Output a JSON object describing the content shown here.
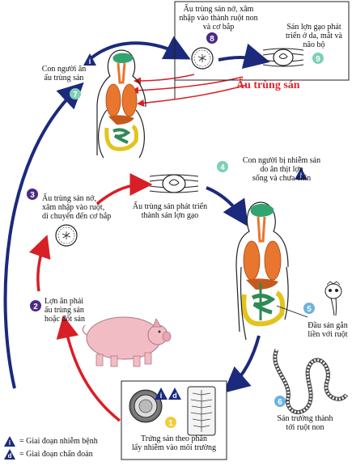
{
  "colors": {
    "cycle_arrow": "#1b2a7c",
    "human_arrow": "#d81f26",
    "badge_purple": "#4b2a86",
    "badge_teal": "#7ecfb7",
    "badge_blue": "#6bb3e0",
    "badge_yellow": "#f3cb3b",
    "body_outline": "#222222",
    "lung": "#e8762e",
    "liver": "#c65a1e",
    "intestine_yellow": "#e3c41d",
    "intestine_green": "#2f8a55",
    "brain": "#33a46f",
    "pig": "#f2bcc4"
  },
  "steps": [
    {
      "number": "1",
      "text": "Trứng sán theo phân\nlấy nhiễm vào môi trường"
    },
    {
      "number": "2",
      "text": "Lợn ăn phải\nấu trùng sán\nhoặc đốt sán"
    },
    {
      "number": "3",
      "text": "Ấu trùng sán nở,\nxâm nhập vào ruột,\ndi chuyển đến cơ bắp"
    },
    {
      "number": "4",
      "text": "Con người bị nhiễm sán\ndo ăn thịt lợn\nsống và chưa chín"
    },
    {
      "number": "5",
      "text": "Đầu sán gắn\nliền với ruột"
    },
    {
      "number": "6",
      "text": "Sán trưởng thành\ntới ruột non"
    },
    {
      "number": "7",
      "text": "Con người ăn\nấu trùng sán"
    },
    {
      "number": "8",
      "text": "Ấu trùng sán nở, xâm\nnhập vào thành ruột non\nvà cơ bắp"
    },
    {
      "number": "9",
      "text": "Sán lợn gạo phát\ntriển ở da, mắt và\nnão bộ"
    }
  ],
  "extra_labels": {
    "cyst_development": "Ấu trùng sán phát triển\nthành sán lợn gạo",
    "larva_title": "Ấu trùng sán"
  },
  "legend": [
    {
      "symbol": "i",
      "text": "= Giai đoạn nhiễm bệnh"
    },
    {
      "symbol": "d",
      "text": "= Giai đoạn chẩn đoán"
    }
  ],
  "icons": [
    "infective-stage-icon",
    "diagnostic-stage-icon",
    "egg-icon",
    "proglottid-icon",
    "cysticercus-icon",
    "scolex-icon",
    "adult-tapeworm-icon",
    "pig-icon",
    "human-body-icon"
  ]
}
